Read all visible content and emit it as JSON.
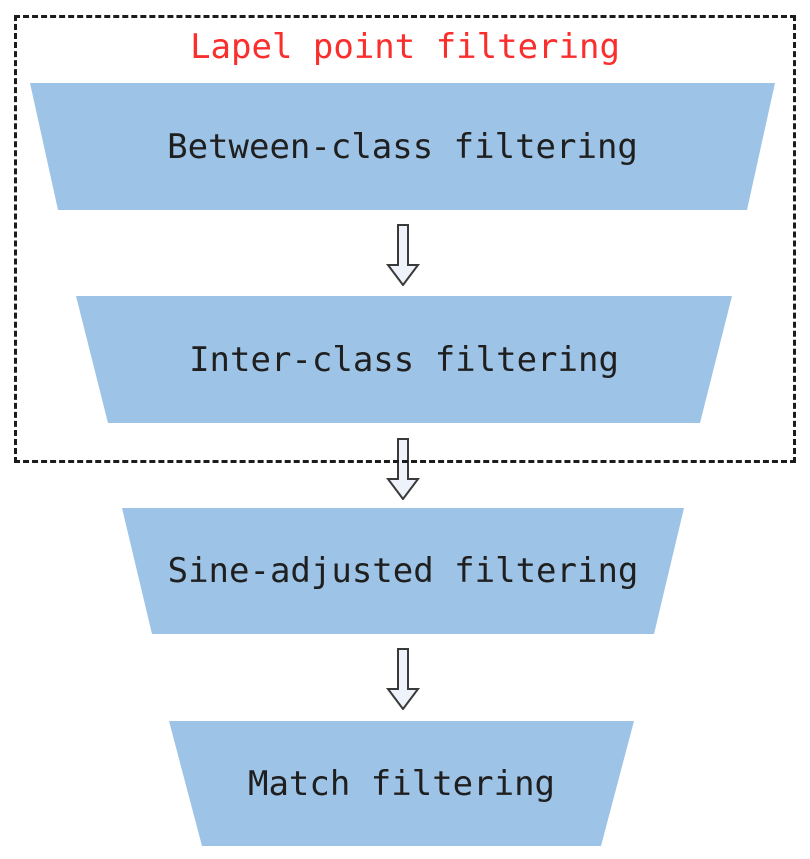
{
  "diagram": {
    "title": "Lapel point filtering",
    "steps": [
      {
        "label": "Between-class filtering"
      },
      {
        "label": "Inter-class filtering"
      },
      {
        "label": "Sine-adjusted filtering"
      },
      {
        "label": "Match filtering"
      }
    ],
    "colors": {
      "step_fill": "#9dc3e6",
      "step_text": "#1f1f1f",
      "title_text": "#fb2e2e",
      "dashed_border": "#1c1c1c",
      "arrow_fill": "#eef3fb",
      "arrow_stroke": "#3a3a3a"
    }
  }
}
